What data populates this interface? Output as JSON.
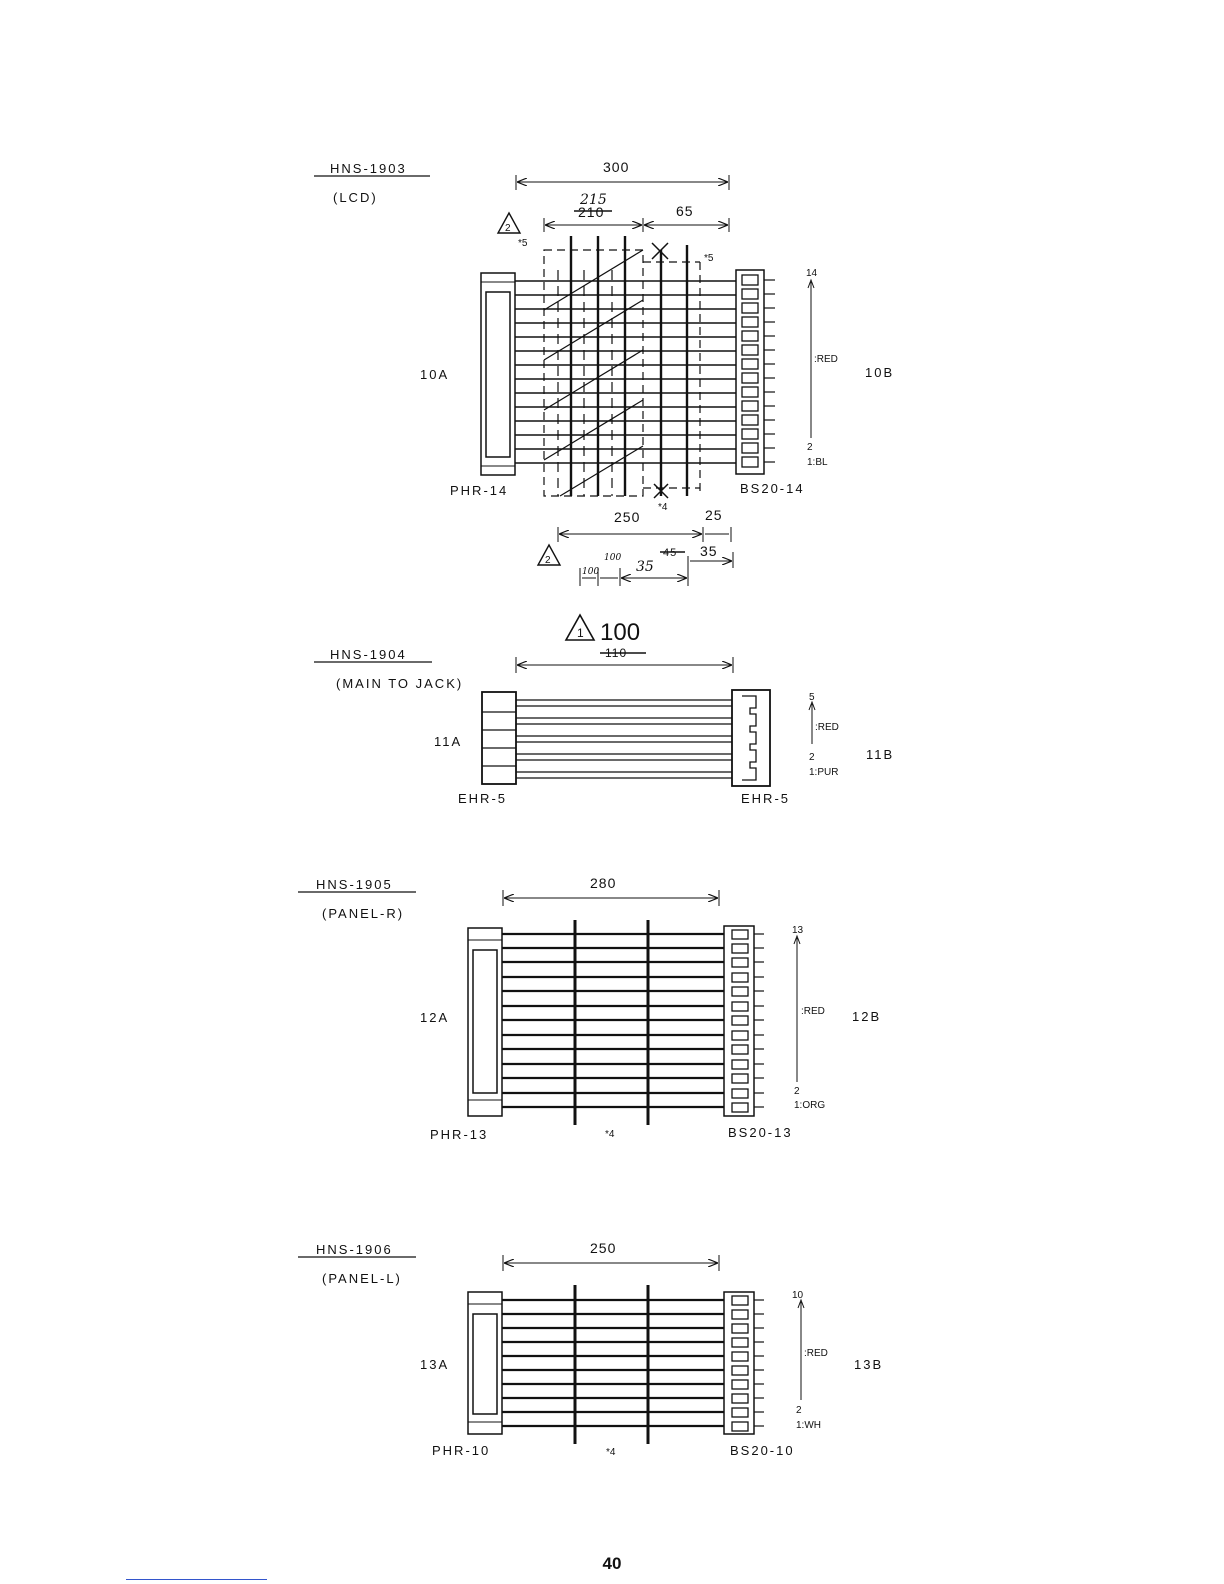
{
  "cables": [
    {
      "id": "HNS-1903",
      "name": "(LCD)",
      "end_a": "10A",
      "end_b": "10B",
      "conn_a": "PHR-14",
      "conn_b": "BS20-14",
      "length_top": "300",
      "length_a": "215",
      "length_a_struck": "210",
      "length_b": "65",
      "tie_marks": [
        "*5",
        "*5",
        "*4"
      ],
      "pin_top": "14",
      "pin_color_top": ":RED",
      "pin_2": "2",
      "pin_1": "1:BL",
      "rev_mark": "2",
      "bottom_dims": [
        "250",
        "25"
      ],
      "bottom_dims2": [
        "100",
        "100",
        "35",
        "45",
        "35"
      ]
    },
    {
      "id": "HNS-1904",
      "name": "(MAIN TO JACK)",
      "end_a": "11A",
      "end_b": "11B",
      "conn_a": "EHR-5",
      "conn_b": "EHR-5",
      "length_top": "100",
      "length_struck": "110",
      "pin_top": "5",
      "pin_color_top": ":RED",
      "pin_2": "2",
      "pin_1": "1:PUR",
      "rev_mark": "1"
    },
    {
      "id": "HNS-1905",
      "name": "(PANEL-R)",
      "end_a": "12A",
      "end_b": "12B",
      "conn_a": "PHR-13",
      "conn_b": "BS20-13",
      "length_top": "280",
      "tie_mark": "*4",
      "pin_top": "13",
      "pin_color_top": ":RED",
      "pin_2": "2",
      "pin_1": "1:ORG"
    },
    {
      "id": "HNS-1906",
      "name": "(PANEL-L)",
      "end_a": "13A",
      "end_b": "13B",
      "conn_a": "PHR-10",
      "conn_b": "BS20-10",
      "length_top": "250",
      "tie_mark": "*4",
      "pin_top": "10",
      "pin_color_top": ":RED",
      "pin_2": "2",
      "pin_1": "1:WH"
    }
  ],
  "page_number": "40"
}
